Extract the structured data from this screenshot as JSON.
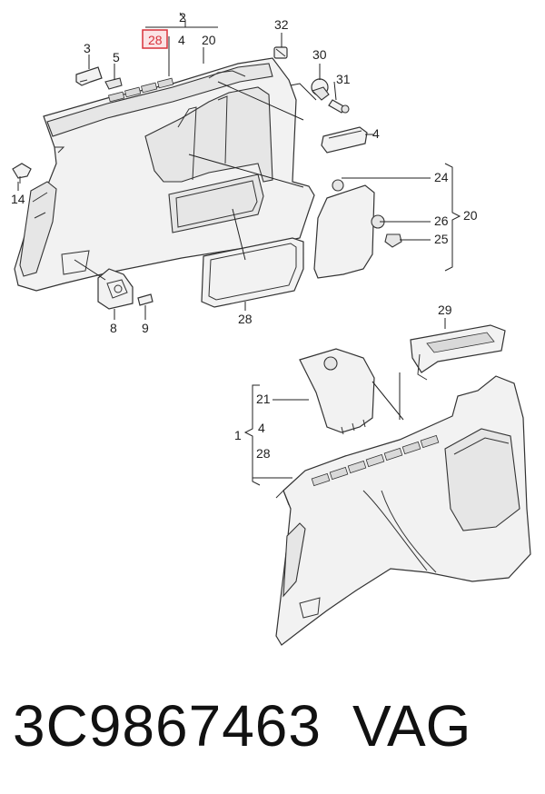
{
  "callouts": {
    "c2": "2",
    "c28_top_highlight": "28",
    "c4_top": "4",
    "c20_top": "20",
    "c3": "3",
    "c5": "5",
    "c32": "32",
    "c30": "30",
    "c31": "31",
    "c4_right": "4",
    "c14": "14",
    "c24": "24",
    "c20_right": "20",
    "c26": "26",
    "c25": "25",
    "c8": "8",
    "c9": "9",
    "c28_bottom": "28",
    "c29": "29",
    "c21": "21",
    "c1": "1",
    "c4_lower": "4",
    "c28_lower": "28"
  },
  "footer": {
    "part_number": "3C9867463",
    "brand": "VAG"
  },
  "colors": {
    "highlight": "#d8313a",
    "highlight_fill": "#fbe3e5",
    "line": "#333333"
  }
}
